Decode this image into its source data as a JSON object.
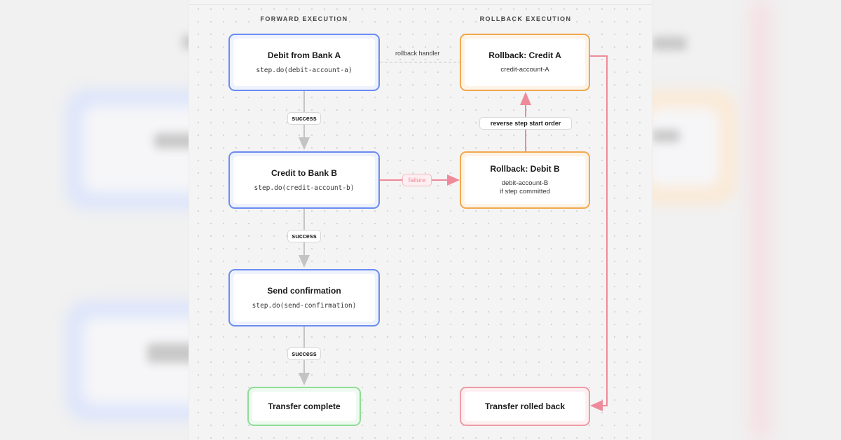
{
  "sections": {
    "forward": "FORWARD EXECUTION",
    "rollback": "ROLLBACK EXECUTION"
  },
  "forward_steps": [
    {
      "title": "Debit from Bank A",
      "code": "step.do(debit-account-a)"
    },
    {
      "title": "Credit to Bank B",
      "code": "step.do(credit-account-b)"
    },
    {
      "title": "Send confirmation",
      "code": "step.do(send-confirmation)"
    }
  ],
  "forward_end": {
    "title": "Transfer complete"
  },
  "rollback_steps": [
    {
      "title": "Rollback: Credit A",
      "line1": "credit-account-A"
    },
    {
      "title": "Rollback: Debit B",
      "line1": "debit-account-B",
      "line2": "if step committed"
    }
  ],
  "rollback_end": {
    "title": "Transfer rolled back"
  },
  "edge_labels": {
    "success_1": "success",
    "success_2": "success",
    "success_3": "success",
    "failure": "failure",
    "reverse": "reverse step start order",
    "rollback_handler": "rollback handler"
  },
  "colors": {
    "forward_border": "#6b8cf0",
    "rollback_border": "#f0a84e",
    "complete_border": "#8fdc97",
    "rolled_back_border": "#ee9ca6",
    "success_arrow": "#c4c4c4",
    "failure_arrow": "#ee8a99"
  }
}
